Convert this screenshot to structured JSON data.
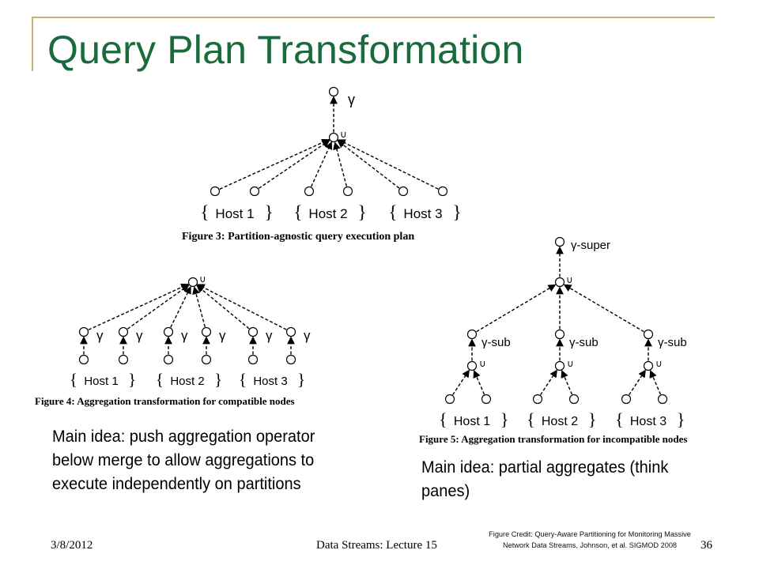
{
  "slide": {
    "title": "Query Plan Transformation",
    "idea_left": [
      "Main idea: push aggregation operator",
      "below merge to allow aggregations to",
      "execute independently on partitions"
    ],
    "idea_right": [
      "Main idea: partial aggregates (think",
      "panes)"
    ],
    "footer_date": "3/8/2012",
    "footer_center": "Data Streams: Lecture 15",
    "page_number": "36",
    "credit": [
      "Figure Credit: Query-Aware Partitioning for Monitoring Massive",
      "Network Data Streams, Johnson, et al. SIGMOD 2008"
    ]
  },
  "figures": {
    "fig3_caption": "Figure 3: Partition-agnostic query execution plan",
    "fig4_caption": "Figure 4: Aggregation transformation for compatible nodes",
    "fig5_caption": "Figure 5: Aggregation transformation for incompatible nodes",
    "hosts": [
      "Host 1",
      "Host 2",
      "Host 3"
    ],
    "gamma": "γ",
    "gamma_super": "γ-super",
    "gamma_sub": "γ-sub",
    "union": "∪",
    "brace_open": "{",
    "brace_close": "}"
  }
}
